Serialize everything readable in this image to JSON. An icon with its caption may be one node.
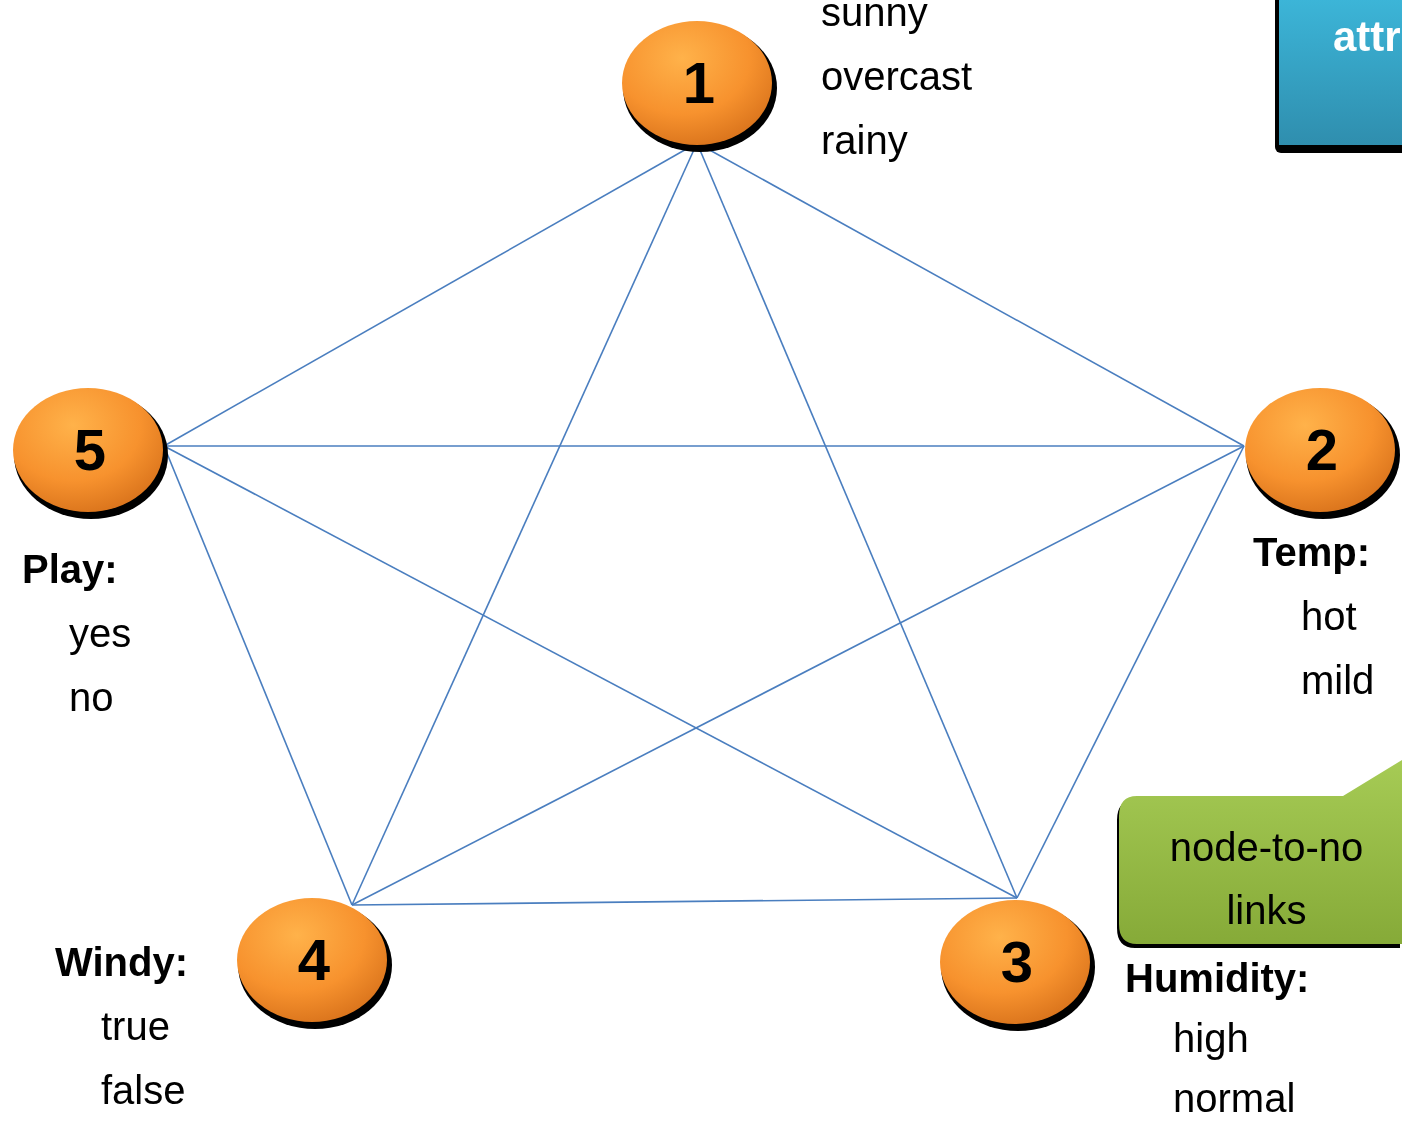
{
  "diagram": {
    "nodes": [
      {
        "text": [
          "1"
        ],
        "beside": [
          "sunny",
          "overcast",
          "rainy"
        ]
      },
      {
        "text": [
          "2"
        ],
        "beside": [
          "Temp:",
          "hot",
          "mild"
        ]
      },
      {
        "text": [
          "3"
        ],
        "beside": [
          "Humidity:",
          "high",
          "normal"
        ]
      },
      {
        "text": [
          "4"
        ],
        "beside": [
          "Windy:",
          "true",
          "false"
        ]
      },
      {
        "text": [
          "5"
        ],
        "beside": [
          "Play:",
          "yes",
          "no"
        ]
      },
      {
        "text": [
          "attr"
        ]
      },
      {
        "text": [
          "node-to-no links"
        ]
      }
    ],
    "edges": [
      {
        "from": 0,
        "to": 1,
        "arrow": "none"
      },
      {
        "from": 0,
        "to": 2,
        "arrow": "none"
      },
      {
        "from": 0,
        "to": 3,
        "arrow": "none"
      },
      {
        "from": 0,
        "to": 4,
        "arrow": "none"
      },
      {
        "from": 1,
        "to": 2,
        "arrow": "none"
      },
      {
        "from": 1,
        "to": 3,
        "arrow": "none"
      },
      {
        "from": 1,
        "to": 4,
        "arrow": "none"
      },
      {
        "from": 2,
        "to": 3,
        "arrow": "none"
      },
      {
        "from": 2,
        "to": 4,
        "arrow": "none"
      },
      {
        "from": 3,
        "to": 4,
        "arrow": "none"
      }
    ]
  }
}
